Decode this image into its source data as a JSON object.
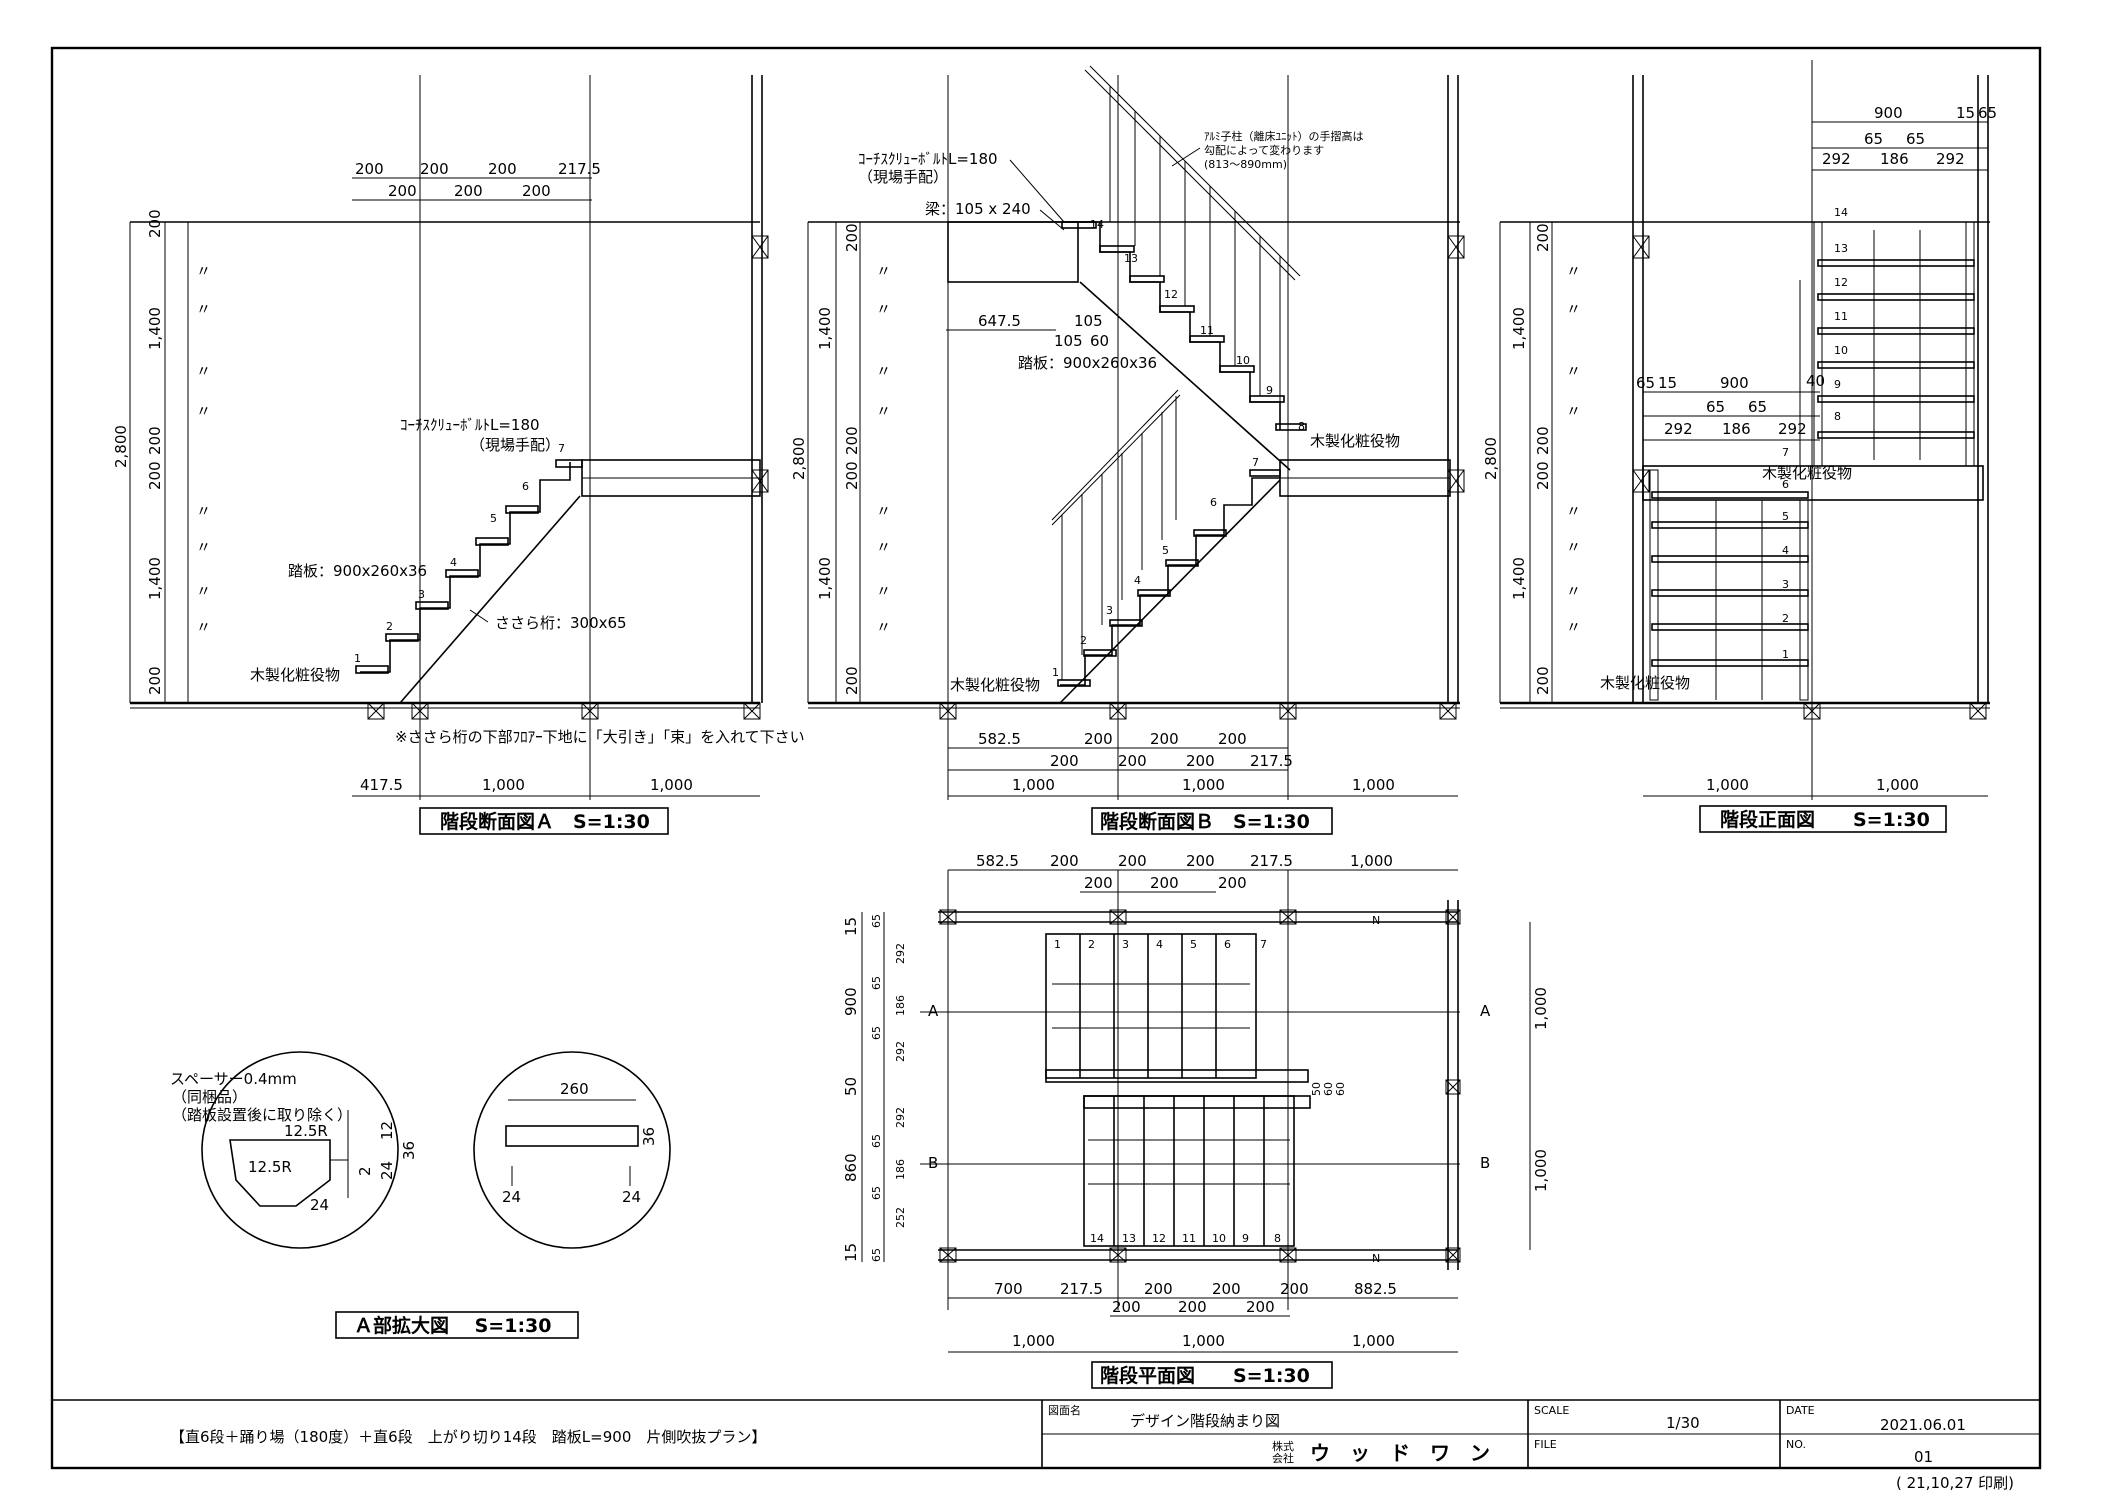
{
  "view_titles": {
    "section_a": "階段断面図Ａ　S=1:30",
    "section_b": "階段断面図Ｂ　S=1:30",
    "front": "階段正面図　　S=1:30",
    "plan": "階段平面図　　S=1:30",
    "detail": "Ａ部拡大図　 S=1:30"
  },
  "section_a": {
    "top_dims_upper": [
      "200",
      "200",
      "200",
      "217.5"
    ],
    "top_dims_lower": [
      "200",
      "200",
      "200"
    ],
    "left_dims": [
      "200",
      "1,400",
      "200",
      "200",
      "1,400",
      "200"
    ],
    "total_height": "2,800",
    "ditto": "〃",
    "bottom_dims": [
      "417.5",
      "1,000",
      "1,000"
    ],
    "note": "※ささら桁の下部ﾌﾛｱｰ下地に「大引き」「束」を入れて下さい",
    "bolt_label_1": "ｺｰﾁｽｸﾘｭｰﾎﾞﾙﾄL=180",
    "bolt_label_2": "（現場手配）",
    "tread_label": "踏板：900x260x36",
    "stringer_label": "ささら桁：300x65",
    "finish_label": "木製化粧役物",
    "step_numbers": [
      "1",
      "2",
      "3",
      "4",
      "5",
      "6",
      "7"
    ]
  },
  "section_b": {
    "bolt_label_1": "ｺｰﾁｽｸﾘｭｰﾎﾞﾙﾄL=180",
    "bolt_label_2": "（現場手配）",
    "beam_label": "梁：105 x 240",
    "handrail_label_1": "ｱﾙﾐ子柱（離床ﾕﾆｯﾄ）の手摺高は",
    "handrail_label_2": "勾配によって変わります",
    "handrail_label_3": "(813〜890mm)",
    "dim_647": "647.5",
    "dim_105a": "105",
    "dim_105b": "105",
    "dim_60": "60",
    "tread_label": "踏板：900x260x36",
    "finish_label_upper": "木製化粧役物",
    "finish_label_lower": "木製化粧役物",
    "left_dims": [
      "200",
      "1,400",
      "200",
      "200",
      "1,400",
      "200"
    ],
    "total_height": "2,800",
    "bottom_dims_upper": [
      "582.5",
      "200",
      "200",
      "200"
    ],
    "bottom_dims_mid": [
      "200",
      "200",
      "200",
      "217.5"
    ],
    "bottom_dims_lower": [
      "1,000",
      "1,000",
      "1,000"
    ],
    "step_numbers": [
      "1",
      "2",
      "3",
      "4",
      "5",
      "6",
      "7",
      "8",
      "9",
      "10",
      "11",
      "12",
      "13",
      "14"
    ]
  },
  "front": {
    "top_dims_1": [
      "900",
      "15",
      "65"
    ],
    "top_dims_2": [
      "65",
      "65"
    ],
    "top_dims_3": [
      "292",
      "186",
      "292"
    ],
    "mid_dims_1": [
      "65",
      "15",
      "900",
      "40"
    ],
    "mid_dims_2": [
      "65",
      "65"
    ],
    "mid_dims_3": [
      "292",
      "186",
      "292"
    ],
    "left_dims": [
      "200",
      "1,400",
      "200",
      "200",
      "1,400",
      "200"
    ],
    "total_height": "2,800",
    "finish_label_upper": "木製化粧役物",
    "finish_label_lower": "木製化粧役物",
    "bottom_dims": [
      "1,000",
      "1,000"
    ],
    "step_numbers": [
      "1",
      "2",
      "3",
      "4",
      "5",
      "6",
      "7",
      "8",
      "9",
      "10",
      "11",
      "12",
      "13",
      "14"
    ]
  },
  "plan": {
    "top_dims_upper": [
      "582.5",
      "200",
      "200",
      "200",
      "217.5",
      "1,000"
    ],
    "top_dims_lower": [
      "200",
      "200",
      "200"
    ],
    "left_dims_outer": [
      "15",
      "900",
      "50",
      "860",
      "15"
    ],
    "left_dims_inner": [
      "65",
      "292",
      "65",
      "186",
      "65",
      "292",
      "292",
      "65",
      "186",
      "65",
      "252",
      "65"
    ],
    "right_dims": [
      "1,000",
      "1,000"
    ],
    "side_small": [
      "50",
      "60",
      "60"
    ],
    "section_marks": [
      "A",
      "A",
      "B",
      "B"
    ],
    "bottom_dims_upper": [
      "700",
      "217.5",
      "200",
      "200",
      "200",
      "882.5"
    ],
    "bottom_dims_mid": [
      "200",
      "200",
      "200"
    ],
    "bottom_dims_lower": [
      "1,000",
      "1,000",
      "1,000"
    ],
    "upper_steps": [
      "1",
      "2",
      "3",
      "4",
      "5",
      "6",
      "7"
    ],
    "lower_steps": [
      "14",
      "13",
      "12",
      "11",
      "10",
      "9",
      "8"
    ],
    "n_mark": "N"
  },
  "detail": {
    "spacer_1": "スペーサー0.4mm",
    "spacer_2": "（同梱品）",
    "spacer_3": "（踏板設置後に取り除く）",
    "r_label_1": "12.5R",
    "r_label_2": "12.5R",
    "dims_right": [
      "12",
      "24",
      "36"
    ],
    "dim_2": "2",
    "dim_24": "24",
    "tread_width": "260",
    "tread_thick": "36",
    "leg_left": "24",
    "leg_right": "24"
  },
  "title_block": {
    "plan_name": "【直6段＋踊り場（180度）＋直6段　上がり切り14段　踏板L=900　片側吹抜プラン】",
    "drawing_label": "図面名",
    "drawing_name": "デザイン階段納まり図",
    "company_label_1": "株式",
    "company_label_2": "会社",
    "company": "ウ　ッ　ド　ワ　ン",
    "scale_label": "SCALE",
    "scale": "1/30",
    "file_label": "FILE",
    "date_label": "DATE",
    "date": "2021.06.01",
    "no_label": "NO.",
    "no": "01",
    "printed": "( 21,10,27 印刷)"
  }
}
